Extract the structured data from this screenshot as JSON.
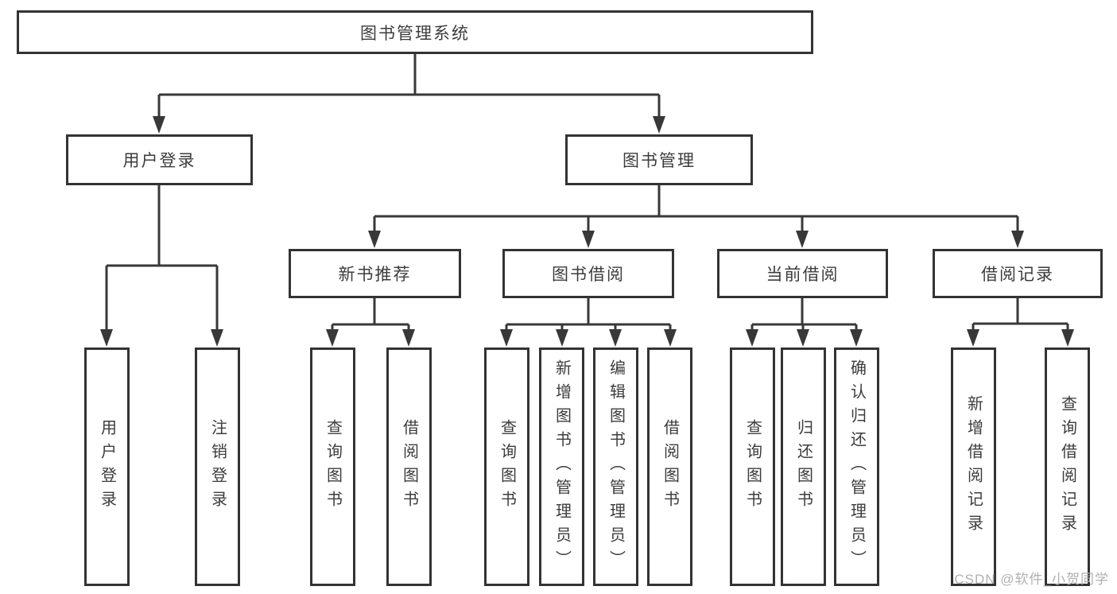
{
  "diagram_title": "图书管理系统",
  "tree": {
    "label": "图书管理系统",
    "children": [
      {
        "label": "用户登录",
        "children": [
          {
            "label": "用户登录"
          },
          {
            "label": "注销登录"
          }
        ]
      },
      {
        "label": "图书管理",
        "children": [
          {
            "label": "新书推荐",
            "children": [
              {
                "label": "查询图书"
              },
              {
                "label": "借阅图书"
              }
            ]
          },
          {
            "label": "图书借阅",
            "children": [
              {
                "label": "查询图书"
              },
              {
                "label": "新增图书（管理员）"
              },
              {
                "label": "编辑图书（管理员）"
              },
              {
                "label": "借阅图书"
              }
            ]
          },
          {
            "label": "当前借阅",
            "children": [
              {
                "label": "查询图书"
              },
              {
                "label": "归还图书"
              },
              {
                "label": "确认归还（管理员）"
              }
            ]
          },
          {
            "label": "借阅记录",
            "children": [
              {
                "label": "新增借阅记录"
              },
              {
                "label": "查询借阅记录"
              }
            ]
          }
        ]
      }
    ]
  },
  "watermark": "CSDN @软件_小贺同学",
  "colors": {
    "line": "#383838",
    "box_border": "#333333",
    "text": "#3c3c3c",
    "watermark": "#b0b0b0",
    "background": "#ffffff"
  }
}
